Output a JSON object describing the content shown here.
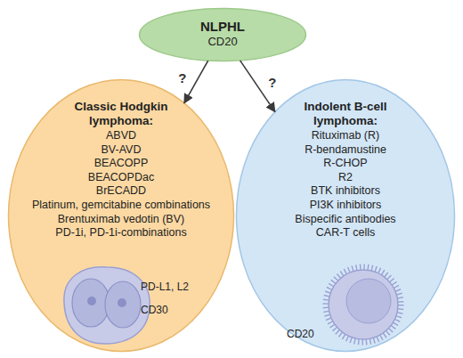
{
  "diagram": {
    "nodes": [
      {
        "text": [
          "NLPHL",
          "CD20"
        ]
      },
      {
        "text": [
          "Classic Hodgkin lymphoma:",
          "ABVD",
          "BV-AVD",
          "BEACOPP",
          "BEACOPDac",
          "BrECADD",
          "Platinum, gemcitabine combinations",
          "Brentuximab vedotin (BV)",
          "PD-1i, PD-1i-combinations"
        ]
      },
      {
        "text": [
          "Indolent B-cell lymphoma:",
          "Rituximab (R)",
          "R-bendamustine",
          "R-CHOP",
          "R2",
          "BTK inhibitors",
          "PI3K inhibitors",
          "Bispecific antibodies",
          "CAR-T cells"
        ]
      }
    ],
    "edges": [
      {
        "from": 0,
        "to": 1,
        "label": "?",
        "arrow": "to"
      },
      {
        "from": 0,
        "to": 2,
        "label": "?",
        "arrow": "to"
      }
    ],
    "labels": [
      "PD-L1, L2",
      "CD30",
      "CD20"
    ]
  }
}
